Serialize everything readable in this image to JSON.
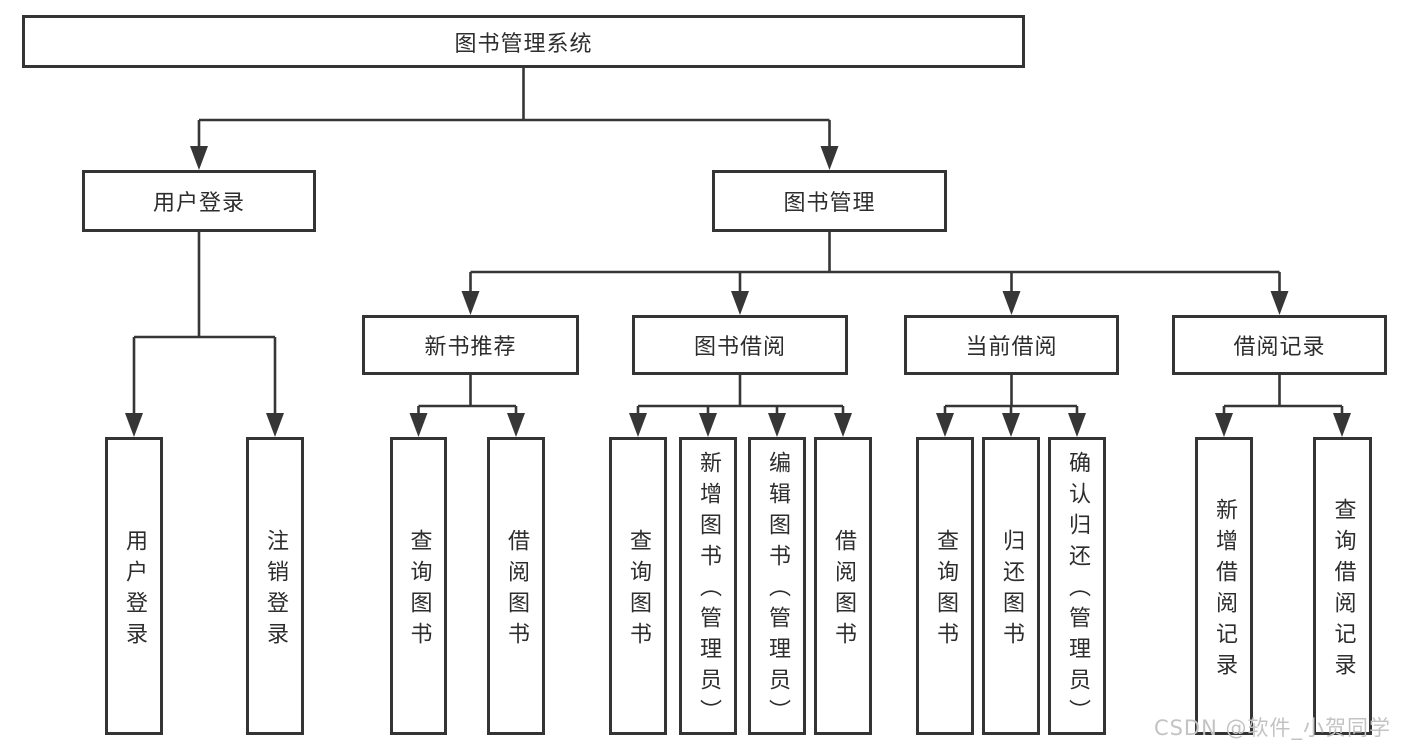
{
  "diagram": {
    "root": {
      "label": "图书管理系统"
    },
    "branches": [
      {
        "label": "用户登录",
        "children": [
          {
            "label": "用户登录"
          },
          {
            "label": "注销登录"
          }
        ]
      },
      {
        "label": "图书管理",
        "children": [
          {
            "label": "新书推荐",
            "children": [
              {
                "label": "查询图书"
              },
              {
                "label": "借阅图书"
              }
            ]
          },
          {
            "label": "图书借阅",
            "children": [
              {
                "label": "查询图书"
              },
              {
                "label": "新增图书（管理员）"
              },
              {
                "label": "编辑图书（管理员）"
              },
              {
                "label": "借阅图书"
              }
            ]
          },
          {
            "label": "当前借阅",
            "children": [
              {
                "label": "查询图书"
              },
              {
                "label": "归还图书"
              },
              {
                "label": "确认归还（管理员）"
              }
            ]
          },
          {
            "label": "借阅记录",
            "children": [
              {
                "label": "新增借阅记录"
              },
              {
                "label": "查询借阅记录"
              }
            ]
          }
        ]
      }
    ]
  },
  "watermark": {
    "text": "CSDN @软件_小贺同学"
  },
  "colors": {
    "line": "#363636",
    "box_border": "#343434",
    "text": "#2d2d2d",
    "watermark": "#c3c3c3",
    "background": "#ffffff"
  }
}
